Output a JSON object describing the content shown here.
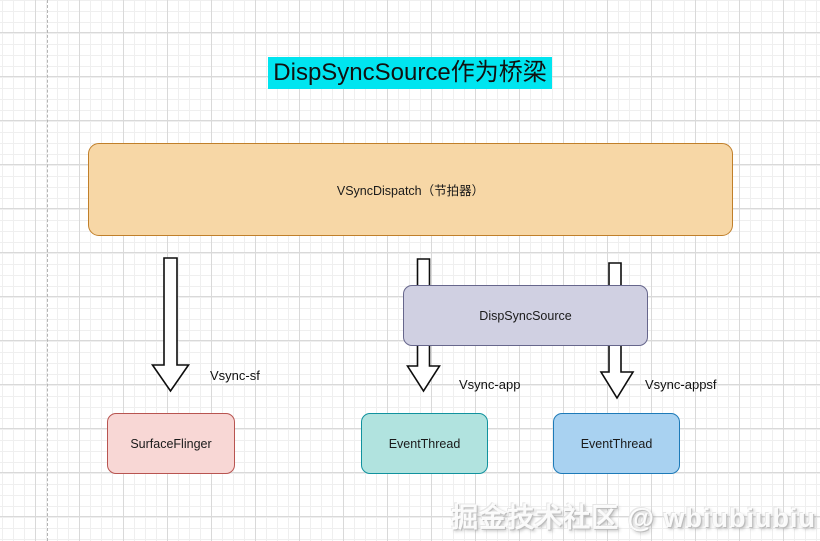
{
  "title": {
    "text": "DispSyncSource作为桥梁",
    "highlight_color": "#00e5f0"
  },
  "nodes": {
    "vsync_dispatch": {
      "label": "VSyncDispatch（节拍器）",
      "fill": "#f7d7a6",
      "border": "#c07f2a"
    },
    "disp_sync_source": {
      "label": "DispSyncSource",
      "fill": "#d0d0e2",
      "border": "#66668c"
    },
    "surface_flinger": {
      "label": "SurfaceFlinger",
      "fill": "#f8d7d5",
      "border": "#b85450"
    },
    "event_thread_app": {
      "label": "EventThread",
      "fill": "#b1e3df",
      "border": "#10929e"
    },
    "event_thread_appsf": {
      "label": "EventThread",
      "fill": "#a9d2f1",
      "border": "#1d7ab8"
    }
  },
  "edges": {
    "vsync_sf": {
      "label": "Vsync-sf"
    },
    "vsync_app": {
      "label": "Vsync-app"
    },
    "vsync_appsf": {
      "label": "Vsync-appsf"
    }
  },
  "watermark": {
    "text": "掘金技术社区 @ wbiubiubiu"
  }
}
